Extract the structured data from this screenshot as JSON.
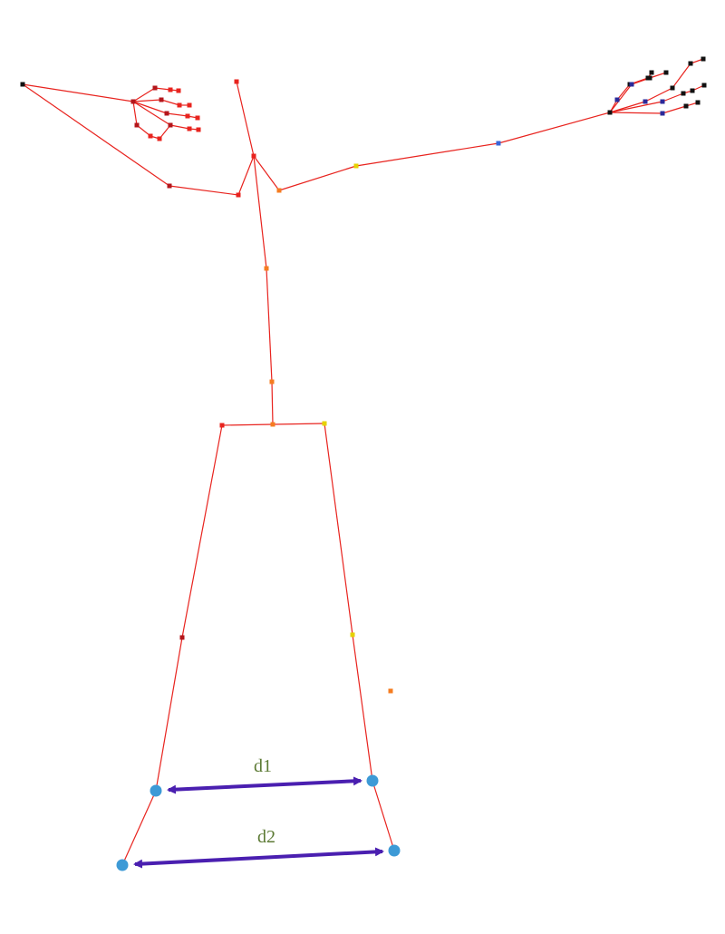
{
  "diagram": {
    "kind": "skeleton pose with distance annotations",
    "colors": {
      "bone": "#e8231e",
      "joint_red": "#e8231e",
      "joint_darkred": "#b3161b",
      "joint_orange": "#f57c20",
      "joint_yellow": "#e6d200",
      "joint_black": "#111111",
      "joint_blue": "#3a66d8",
      "joint_navy": "#2a2a9a",
      "measure_point": "#3d9ad6",
      "measure_arrow": "#4a1fb0",
      "label_text": "#5c7a34"
    },
    "measurements": [
      {
        "label": "d1"
      },
      {
        "label": "d2"
      }
    ]
  }
}
